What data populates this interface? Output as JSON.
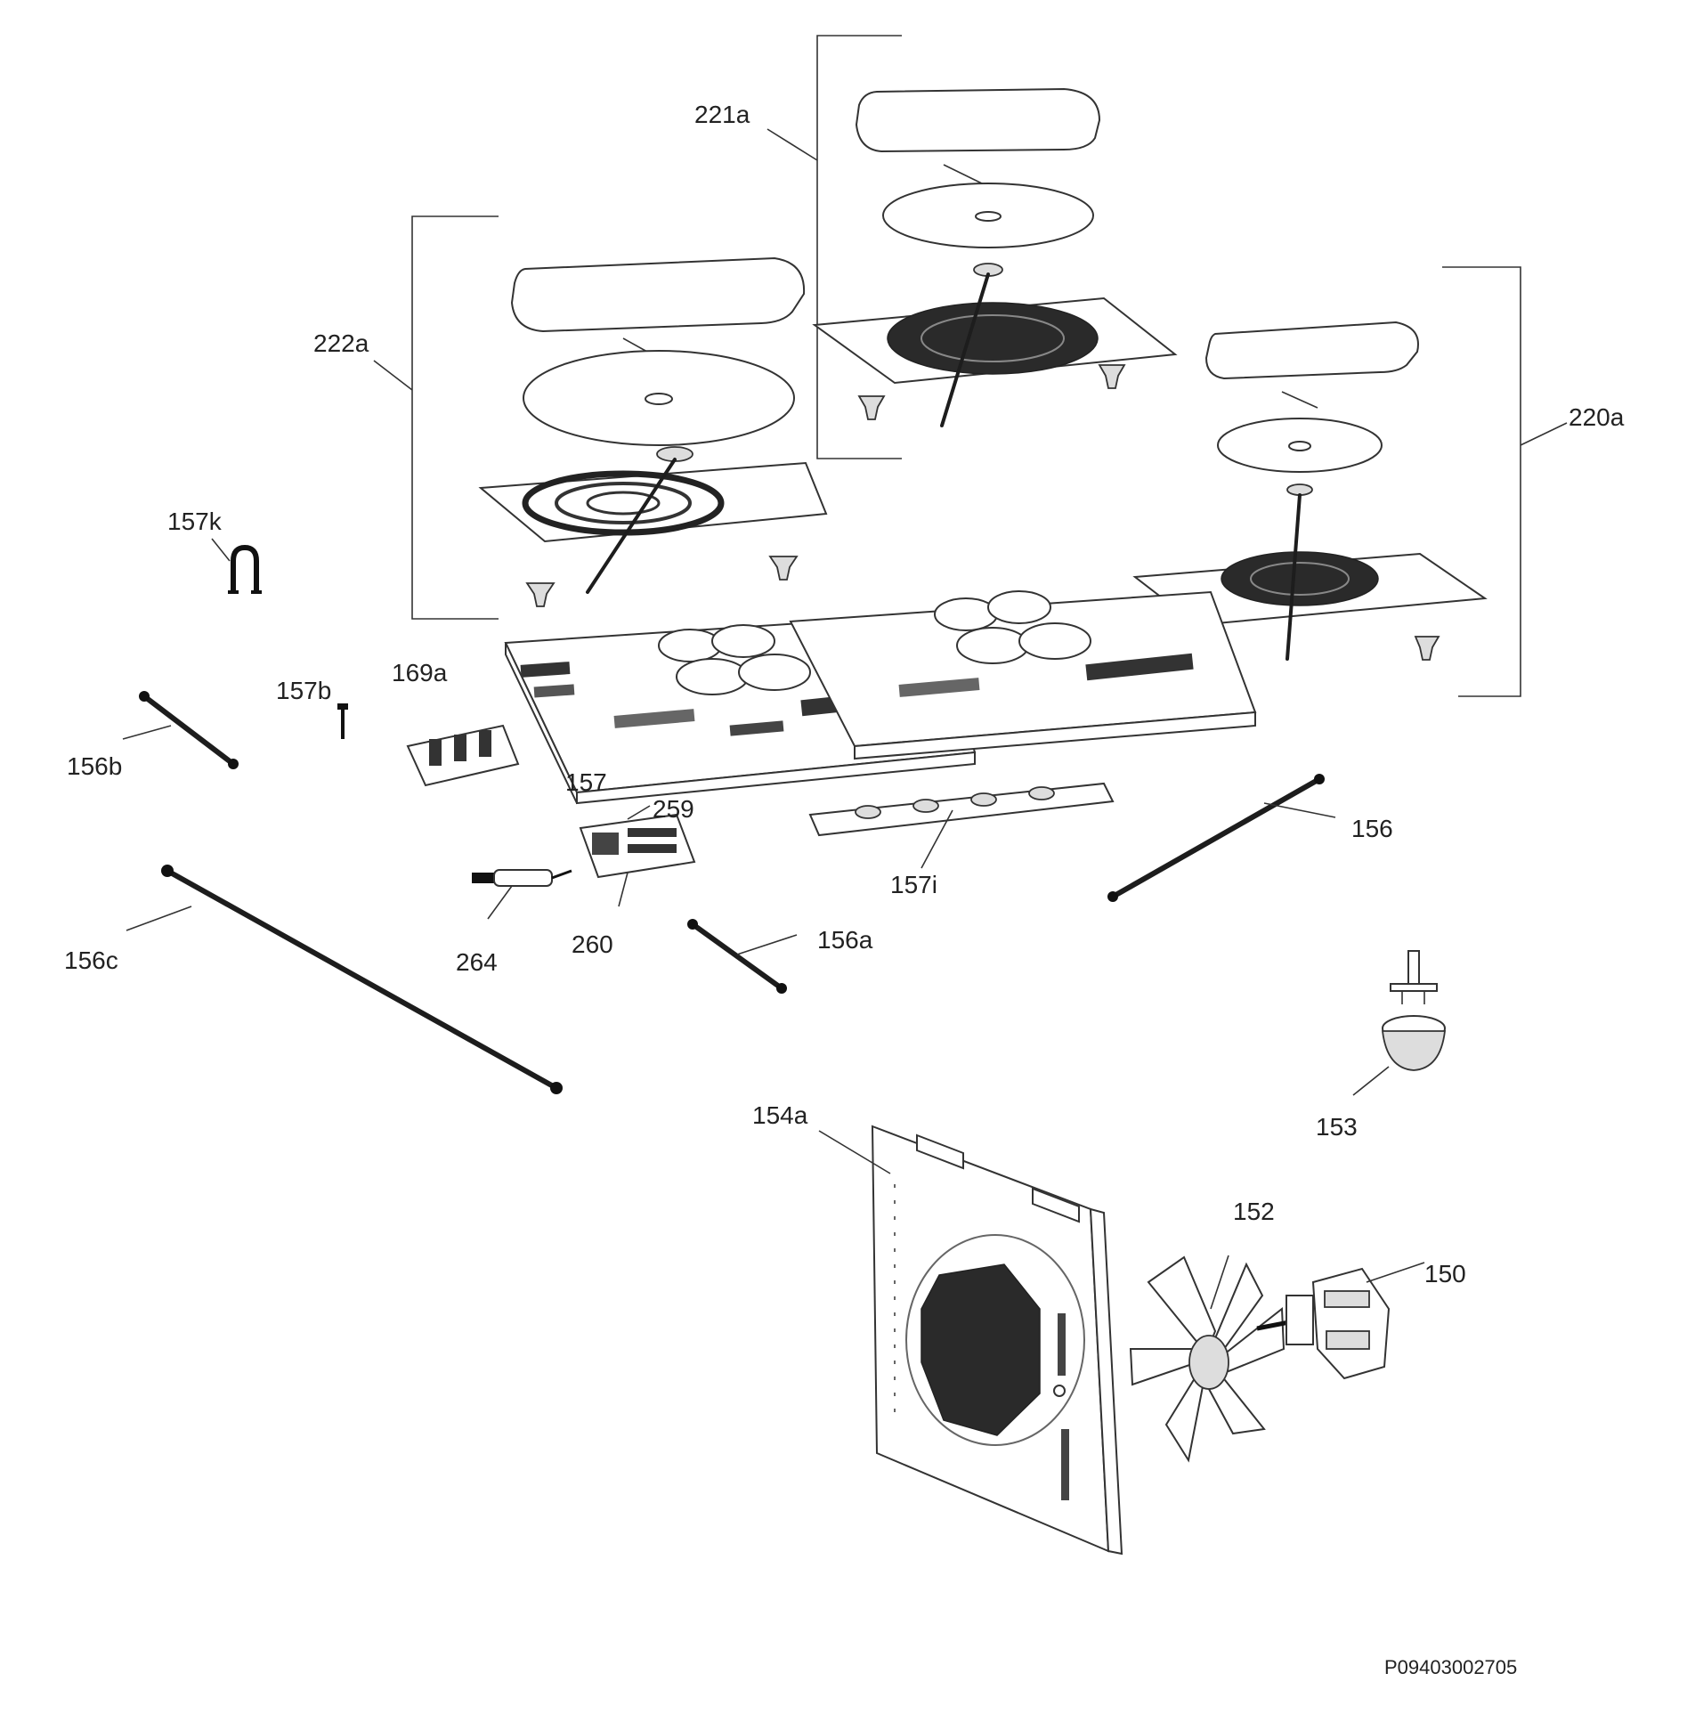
{
  "diagram": {
    "reference_code": "P09403002705",
    "labels": {
      "l222a": "222a",
      "l221a": "221a",
      "l220a": "220a",
      "l157k": "157k",
      "l157b": "157b",
      "l169a": "169a",
      "l156b": "156b",
      "l157": "157",
      "l259": "259",
      "l156": "156",
      "l157i": "157i",
      "l264": "264",
      "l260": "260",
      "l156c": "156c",
      "l156a": "156a",
      "l153": "153",
      "l154a": "154a",
      "l152": "152",
      "l150": "150"
    }
  }
}
